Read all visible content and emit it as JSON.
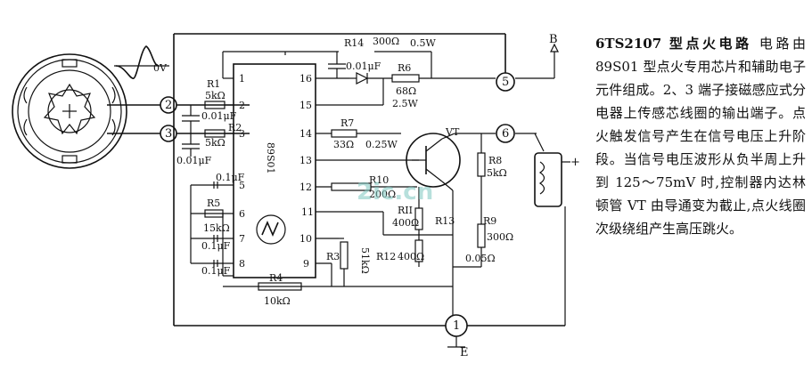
{
  "description": {
    "title": "6TS2107 型点火电路",
    "body": "电路由 89S01 型点火专用芯片和辅助电子元件组成。2、3 端子接磁感应式分电器上传感芯线圈的输出端子。点火触发信号产生在信号电压上升阶段。当信号电压波形从负半周上升到 125～75mV 时,控制器内达林顿管 VT 由导通变为截止,点火线圈次级绕组产生高压跳火。"
  },
  "diagram": {
    "chip_label": "89S01",
    "waveform_label": "0V",
    "terminals": [
      "1",
      "2",
      "3",
      "5",
      "6"
    ],
    "terminal_labels": {
      "B": "B",
      "E": "E",
      "plus": "+"
    },
    "chip_pins_left": [
      "1",
      "2",
      "3",
      "5",
      "6",
      "7",
      "8"
    ],
    "chip_pins_right": [
      "16",
      "15",
      "14",
      "13",
      "12",
      "11",
      "10",
      "9"
    ],
    "transistor_label": "VT",
    "watermark": "2ic.cn",
    "components": {
      "r1": "R1",
      "r1_val": "5kΩ",
      "c1": "0.01μF",
      "r2": "R2",
      "r2_val": "5kΩ",
      "c2": "0.01μF",
      "c3": "0.1μF",
      "r5": "R5",
      "r5_val": "15kΩ",
      "c4": "0.1μF",
      "c5": "0.1μF",
      "r4": "R4",
      "r4_val": "10kΩ",
      "r3": "R3",
      "r3_val": "51kΩ",
      "r14": "R14",
      "r14_val": "300Ω",
      "r14_pw": "0.5W",
      "c6": "0.01μF",
      "r6": "R6",
      "r6_val": "68Ω",
      "r6_pw": "2.5W",
      "r7": "R7",
      "r7_val": "33Ω",
      "r7_pw": "0.25W",
      "r10": "R10",
      "r10_val": "200Ω",
      "r11": "RII",
      "r11_val": "400Ω",
      "r12": "R12",
      "r12_val": "400Ω",
      "r13": "R13",
      "r8": "R8",
      "r8_val": "5kΩ",
      "r9": "R9",
      "r9_val": "300Ω",
      "r9_val2": "0.05Ω"
    }
  }
}
